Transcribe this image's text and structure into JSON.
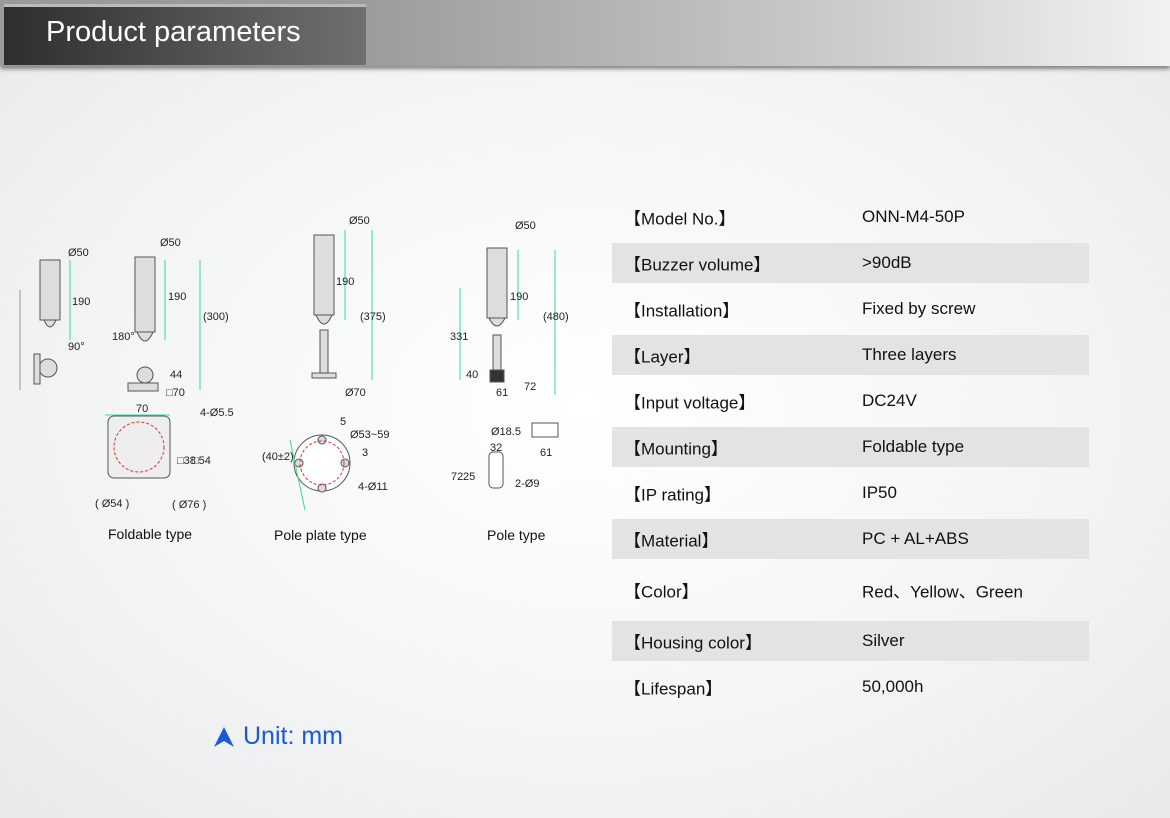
{
  "header": {
    "title": "Product parameters"
  },
  "drawings": {
    "foldable": {
      "caption": "Foldable type",
      "dims": [
        "Ø50",
        "190",
        "90°",
        "Ø50",
        "190",
        "(300)",
        "180°",
        "44",
        "□70",
        "70",
        "4-Ø5.5",
        "□38",
        "□54",
        "( Ø54 )",
        "( Ø76 )"
      ]
    },
    "pole_plate": {
      "caption": "Pole plate type",
      "dims": [
        "Ø50",
        "190",
        "(375)",
        "Ø70",
        "5",
        "Ø53~59",
        "3",
        "(40±2)",
        "4-Ø11"
      ]
    },
    "pole": {
      "caption": "Pole type",
      "dims": [
        "Ø50",
        "190",
        "331",
        "(480)",
        "40",
        "61",
        "72",
        "Ø18.5",
        "32",
        "61",
        "72",
        "25",
        "2-Ø9"
      ]
    }
  },
  "unit": {
    "label": "Unit: mm"
  },
  "params": [
    {
      "key": "【Model No.】",
      "value": "ONN-M4-50P"
    },
    {
      "key": "【Buzzer volume】",
      "value": ">90dB"
    },
    {
      "key": "【Installation】",
      "value": "Fixed by screw"
    },
    {
      "key": "【Layer】",
      "value": "Three layers"
    },
    {
      "key": "【Input voltage】",
      "value": "DC24V"
    },
    {
      "key": "【Mounting】",
      "value": "Foldable type"
    },
    {
      "key": "【IP rating】",
      "value": "IP50"
    },
    {
      "key": "【Material】",
      "value": "PC + AL+ABS"
    },
    {
      "key": "【Color】",
      "value": "Red、Yellow、Green"
    },
    {
      "key": "【Housing color】",
      "value": "Silver"
    },
    {
      "key": "【Lifespan】",
      "value": "50,000h"
    }
  ],
  "colors": {
    "dim_line": "#33dd99",
    "center_line": "#e03030",
    "unit_accent": "#1a5ad8"
  }
}
